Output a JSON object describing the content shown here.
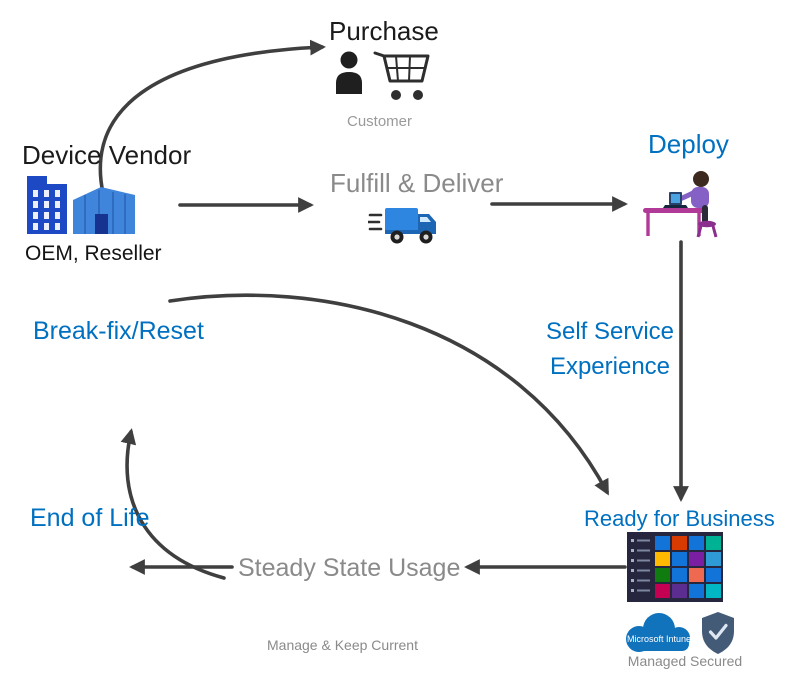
{
  "diagram": {
    "nodes": {
      "purchase": {
        "label": "Purchase"
      },
      "customer": {
        "label": "Customer"
      },
      "device_vendor": {
        "label": "Device Vendor"
      },
      "oem_reseller": {
        "label": "OEM, Reseller"
      },
      "fulfill_deliver": {
        "label": "Fulfill & Deliver"
      },
      "deploy": {
        "label": "Deploy"
      },
      "self_service": {
        "line1": "Self Service",
        "line2": "Experience"
      },
      "ready_for_business": {
        "label": "Ready for Business"
      },
      "break_fix": {
        "label": "Break-fix/Reset"
      },
      "end_of_life": {
        "label": "End of Life"
      },
      "steady_state": {
        "label": "Steady State Usage"
      },
      "manage_keep_current": {
        "label": "Manage & Keep Current"
      },
      "managed_secured": {
        "label": "Managed Secured"
      },
      "intune_cloud": {
        "label": "Microsoft Intune"
      }
    },
    "edges": [
      {
        "from": "oem_reseller",
        "to": "purchase"
      },
      {
        "from": "oem_reseller",
        "to": "fulfill_deliver"
      },
      {
        "from": "fulfill_deliver",
        "to": "deploy"
      },
      {
        "from": "deploy",
        "to": "ready_for_business",
        "via": "self_service"
      },
      {
        "from": "break_fix",
        "to": "ready_for_business"
      },
      {
        "from": "ready_for_business",
        "to": "steady_state"
      },
      {
        "from": "steady_state",
        "to": "end_of_life"
      },
      {
        "from": "steady_state",
        "to": "break_fix"
      }
    ],
    "colors": {
      "highlight_blue": "#0070C0",
      "muted_gray": "#8A8A8A",
      "ink_black": "#1B1B1B",
      "arrow_gray": "#3F3F3F",
      "icon_blue": "#2F7AD1",
      "icon_dark_blue": "#1D49C5",
      "icon_purple": "#8661C5",
      "icon_magenta": "#B13A98"
    }
  }
}
